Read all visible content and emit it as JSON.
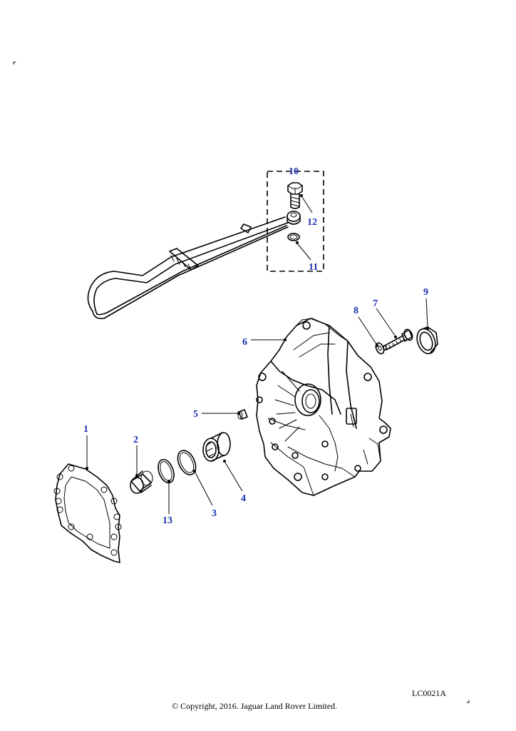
{
  "callouts": {
    "c1": "1",
    "c2": "2",
    "c3": "3",
    "c4": "4",
    "c5": "5",
    "c6": "6",
    "c7": "7",
    "c8": "8",
    "c9": "9",
    "c10": "10",
    "c11": "11",
    "c12": "12",
    "c13": "13"
  },
  "footer": {
    "reference": "LC0021A",
    "copyright": "© Copyright, 2016. Jaguar Land Rover Limited."
  },
  "colors": {
    "callout": "#1a2fb0",
    "line": "#000000"
  }
}
